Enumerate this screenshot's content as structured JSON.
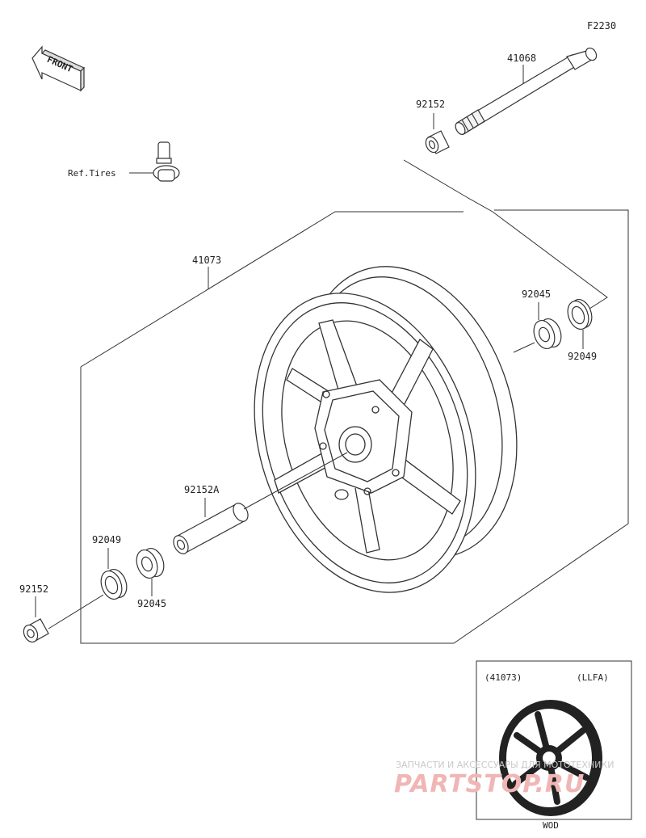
{
  "diagram": {
    "code": "F2230",
    "front_label": "FRONT",
    "labels": {
      "axle": "41068",
      "collar_top": "92152",
      "ref_tires": "Ref.Tires",
      "wheel": "41073",
      "bearing_right": "92045",
      "seal_right": "92049",
      "spacer": "92152A",
      "seal_left": "92049",
      "bearing_left": "92045",
      "collar_left": "92152"
    },
    "inset": {
      "part": "(41073)",
      "variant": "(LLFA)",
      "caption": "WOD"
    }
  },
  "watermark": {
    "line1": "ЗАПЧАСТИ И АКСЕССУАРЫ ДЛЯ МОТОТЕХНИКИ",
    "line2": "PARTSTOP.RU"
  },
  "colors": {
    "line": "#333333",
    "watermark_red": "#f0b6b6"
  }
}
